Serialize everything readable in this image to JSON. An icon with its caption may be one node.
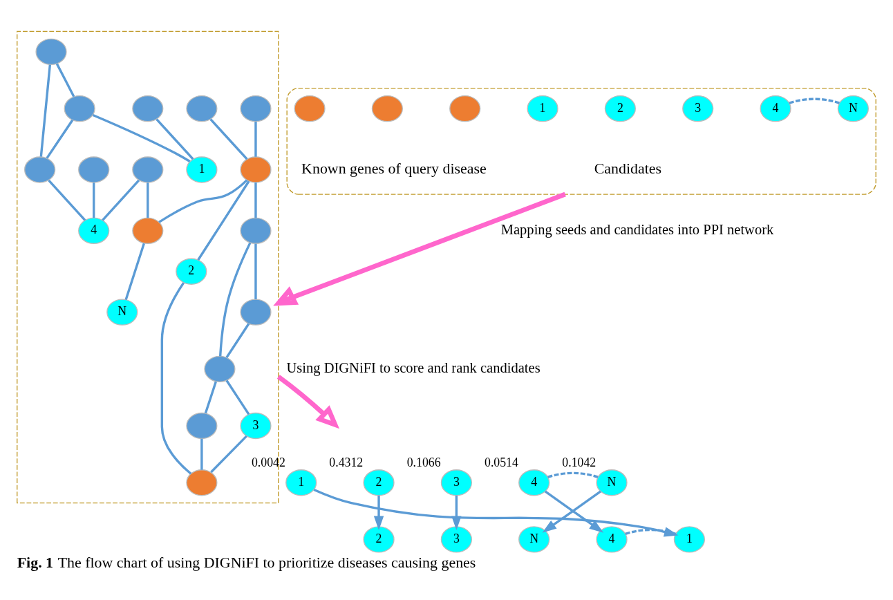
{
  "diagram": {
    "caption": "**Fig. 1** The flow chart of using DIGNiFI to prioritize diseases causing genes",
    "nodes": [
      {
        "text": [],
        "shape": "box"
      },
      {
        "text": [],
        "shape": "circle",
        "in": 0
      },
      {
        "text": [],
        "shape": "circle",
        "in": 0
      },
      {
        "text": [],
        "shape": "circle",
        "in": 0
      },
      {
        "text": [
          "1"
        ],
        "in": 0
      },
      {
        "text": [
          "2"
        ],
        "in": 0
      },
      {
        "text": [
          "3"
        ],
        "in": 0
      },
      {
        "text": [
          "4"
        ],
        "in": 0
      },
      {
        "text": [
          "N"
        ],
        "in": 0
      },
      {
        "text": [],
        "shape": "octagon"
      },
      {
        "text": [],
        "shape": "circle",
        "in": 9
      },
      {
        "text": [],
        "shape": "circle",
        "in": 9
      },
      {
        "text": [],
        "shape": "circle",
        "in": 9
      },
      {
        "text": [],
        "shape": "circle",
        "in": 9
      },
      {
        "text": [],
        "shape": "circle",
        "in": 9
      },
      {
        "text": [],
        "shape": "circle",
        "in": 9
      },
      {
        "text": [],
        "shape": "circle",
        "in": 9
      },
      {
        "text": [],
        "shape": "circle",
        "in": 9
      },
      {
        "text": [],
        "shape": "circle",
        "in": 9
      },
      {
        "text": [],
        "shape": "circle",
        "in": 9
      },
      {
        "text": [],
        "shape": "circle",
        "in": 9
      },
      {
        "text": [
          "1"
        ],
        "in": 9
      },
      {
        "text": [
          "2"
        ],
        "in": 9
      },
      {
        "text": [
          "3"
        ],
        "in": 9
      },
      {
        "text": [],
        "shape": "circle",
        "in": 9
      },
      {
        "text": [],
        "shape": "circle",
        "in": 9
      },
      {
        "text": [],
        "shape": "circle",
        "in": 9
      },
      {
        "text": [],
        "shape": "circle",
        "in": 9
      },
      {
        "text": [
          "4"
        ],
        "in": 9
      },
      {
        "text": [
          "N"
        ],
        "in": 9
      },
      {
        "text": [
          "1"
        ],
        "beside": [
          "0.0042"
        ]
      },
      {
        "text": [
          "2"
        ],
        "beside": [
          "0.4312"
        ]
      },
      {
        "text": [
          "3"
        ],
        "beside": [
          "0.1066"
        ]
      },
      {
        "text": [
          "4"
        ],
        "beside": [
          "0.0514"
        ]
      },
      {
        "text": [
          "N"
        ],
        "beside": [
          "0.1042"
        ]
      },
      {
        "text": [
          "2"
        ]
      },
      {
        "text": [
          "3"
        ]
      },
      {
        "text": [
          "N"
        ]
      },
      {
        "text": [
          "4"
        ]
      },
      {
        "text": [
          "1"
        ]
      }
    ],
    "edges": [
      {
        "from": 7,
        "to": 8,
        "arrow": "none",
        "style": "dashed"
      },
      {
        "from": 0,
        "to": 9,
        "arrow": "to",
        "label": "Mapping seeds and candidates into PPI network",
        "style": "thick",
        "color": "#ff66cc"
      },
      {
        "from": 11,
        "to": 21,
        "arrow": "none"
      },
      {
        "from": 17,
        "to": 21,
        "arrow": "none"
      },
      {
        "from": 16,
        "to": 17,
        "arrow": "none"
      },
      {
        "from": 16,
        "to": 20,
        "arrow": "none"
      },
      {
        "from": 17,
        "to": 20,
        "arrow": "none"
      },
      {
        "from": 20,
        "to": 28,
        "arrow": "none"
      },
      {
        "from": 24,
        "to": 28,
        "arrow": "none"
      },
      {
        "from": 25,
        "to": 28,
        "arrow": "none"
      },
      {
        "from": 25,
        "to": 26,
        "arrow": "none"
      },
      {
        "from": 14,
        "to": 18,
        "arrow": "none"
      },
      {
        "from": 12,
        "to": 18,
        "arrow": "none"
      },
      {
        "from": 18,
        "to": 15,
        "arrow": "none"
      },
      {
        "from": 18,
        "to": 22,
        "arrow": "none"
      },
      {
        "from": 18,
        "to": 26,
        "arrow": "none"
      },
      {
        "from": 26,
        "to": 29,
        "arrow": "none"
      },
      {
        "from": 15,
        "to": 10,
        "arrow": "none"
      },
      {
        "from": 15,
        "to": 13,
        "arrow": "none"
      },
      {
        "from": 10,
        "to": 13,
        "arrow": "none"
      },
      {
        "from": 13,
        "to": 19,
        "arrow": "none"
      },
      {
        "from": 13,
        "to": 23,
        "arrow": "none"
      },
      {
        "from": 19,
        "to": 27,
        "arrow": "none"
      },
      {
        "from": 22,
        "to": 27,
        "arrow": "none"
      },
      {
        "from": 23,
        "to": 27,
        "arrow": "none"
      },
      {
        "from": 9,
        "to": null,
        "arrow": "to",
        "label": "Using DIGNiFI to score and rank candidates",
        "style": "thick",
        "color": "#ff66cc"
      },
      {
        "from": 33,
        "to": 34,
        "arrow": "none",
        "style": "dashed"
      },
      {
        "from": 30,
        "to": 39,
        "arrow": "to"
      },
      {
        "from": 31,
        "to": 35,
        "arrow": "to"
      },
      {
        "from": 32,
        "to": 36,
        "arrow": "to"
      },
      {
        "from": 33,
        "to": 38,
        "arrow": "to"
      },
      {
        "from": 34,
        "to": 37,
        "arrow": "to"
      },
      {
        "from": 38,
        "to": 39,
        "arrow": "none",
        "style": "dashed"
      }
    ],
    "labels": [
      "Known genes of query disease",
      "Candidates"
    ]
  }
}
